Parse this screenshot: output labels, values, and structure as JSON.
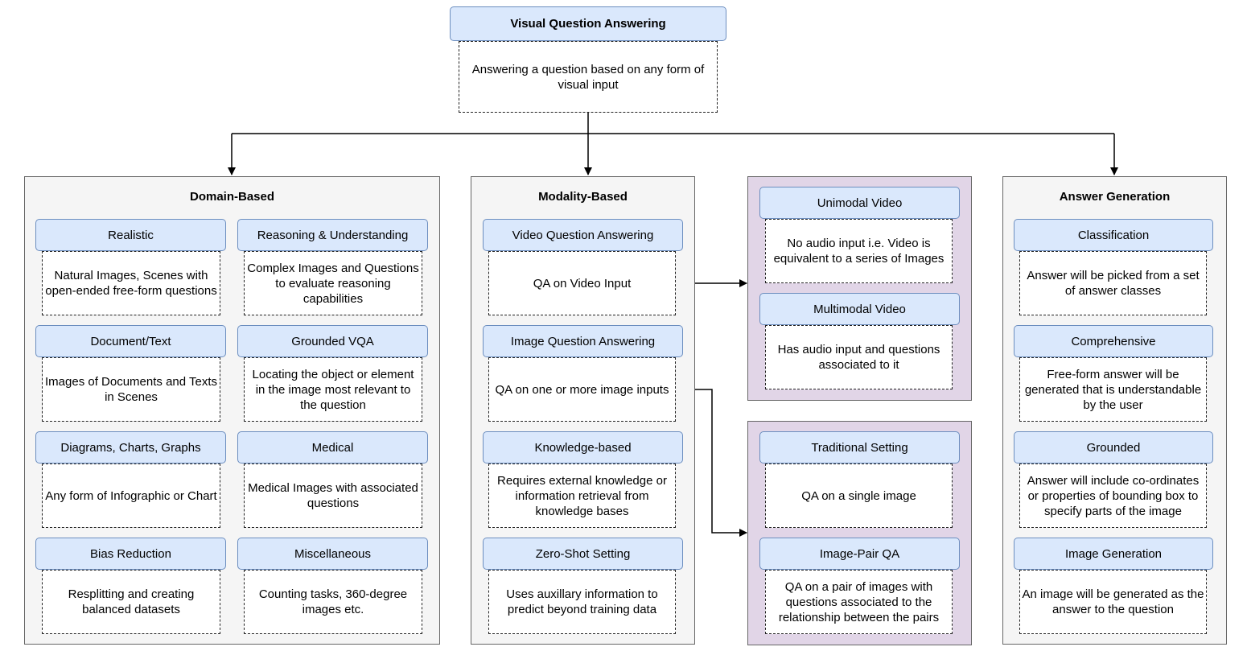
{
  "root": {
    "title": "Visual Question Answering",
    "description": "Answering a question based on any form of visual input"
  },
  "domain": {
    "title": "Domain-Based",
    "items": [
      {
        "label": "Realistic",
        "text": "Natural Images, Scenes with open-ended free-form questions"
      },
      {
        "label": "Reasoning & Understanding",
        "text": "Complex Images and Questions to evaluate reasoning capabilities"
      },
      {
        "label": "Document/Text",
        "text": "Images of Documents and Texts in Scenes"
      },
      {
        "label": "Grounded VQA",
        "text": "Locating the object or element in the image most relevant to the question"
      },
      {
        "label": "Diagrams, Charts, Graphs",
        "text": "Any form of Infographic or Chart"
      },
      {
        "label": "Medical",
        "text": "Medical Images with associated questions"
      },
      {
        "label": "Bias Reduction",
        "text": "Resplitting and creating balanced datasets"
      },
      {
        "label": "Miscellaneous",
        "text": "Counting tasks, 360-degree images etc."
      }
    ]
  },
  "modality": {
    "title": "Modality-Based",
    "items": [
      {
        "label": "Video Question Answering",
        "text": "QA on Video Input"
      },
      {
        "label": "Image Question Answering",
        "text": "QA on one or more image inputs"
      },
      {
        "label": "Knowledge-based",
        "text": "Requires external knowledge or information retrieval from knowledge bases"
      },
      {
        "label": "Zero-Shot Setting",
        "text": "Uses auxillary information to predict beyond training data"
      }
    ]
  },
  "video_types": {
    "items": [
      {
        "label": "Unimodal Video",
        "text": "No audio input i.e. Video is equivalent to a series of Images"
      },
      {
        "label": "Multimodal Video",
        "text": "Has audio input and questions associated to it"
      }
    ]
  },
  "image_types": {
    "items": [
      {
        "label": "Traditional Setting",
        "text": "QA on a single image"
      },
      {
        "label": "Image-Pair QA",
        "text": "QA on a pair of images with questions associated to the relationship between the pairs"
      }
    ]
  },
  "answer": {
    "title": "Answer Generation",
    "items": [
      {
        "label": "Classification",
        "text": "Answer will be picked from a set of answer classes"
      },
      {
        "label": "Comprehensive",
        "text": "Free-form answer will be generated that is understandable by the user"
      },
      {
        "label": "Grounded",
        "text": "Answer will include co-ordinates or properties of bounding box to specify parts of the image"
      },
      {
        "label": "Image Generation",
        "text": "An image will be generated as the answer to the question"
      }
    ]
  },
  "colors": {
    "header_fill": "#dae8fc",
    "header_border": "#6c8ebf",
    "panel_fill": "#f5f5f5",
    "purple_panel_fill": "#e1d5e7"
  }
}
